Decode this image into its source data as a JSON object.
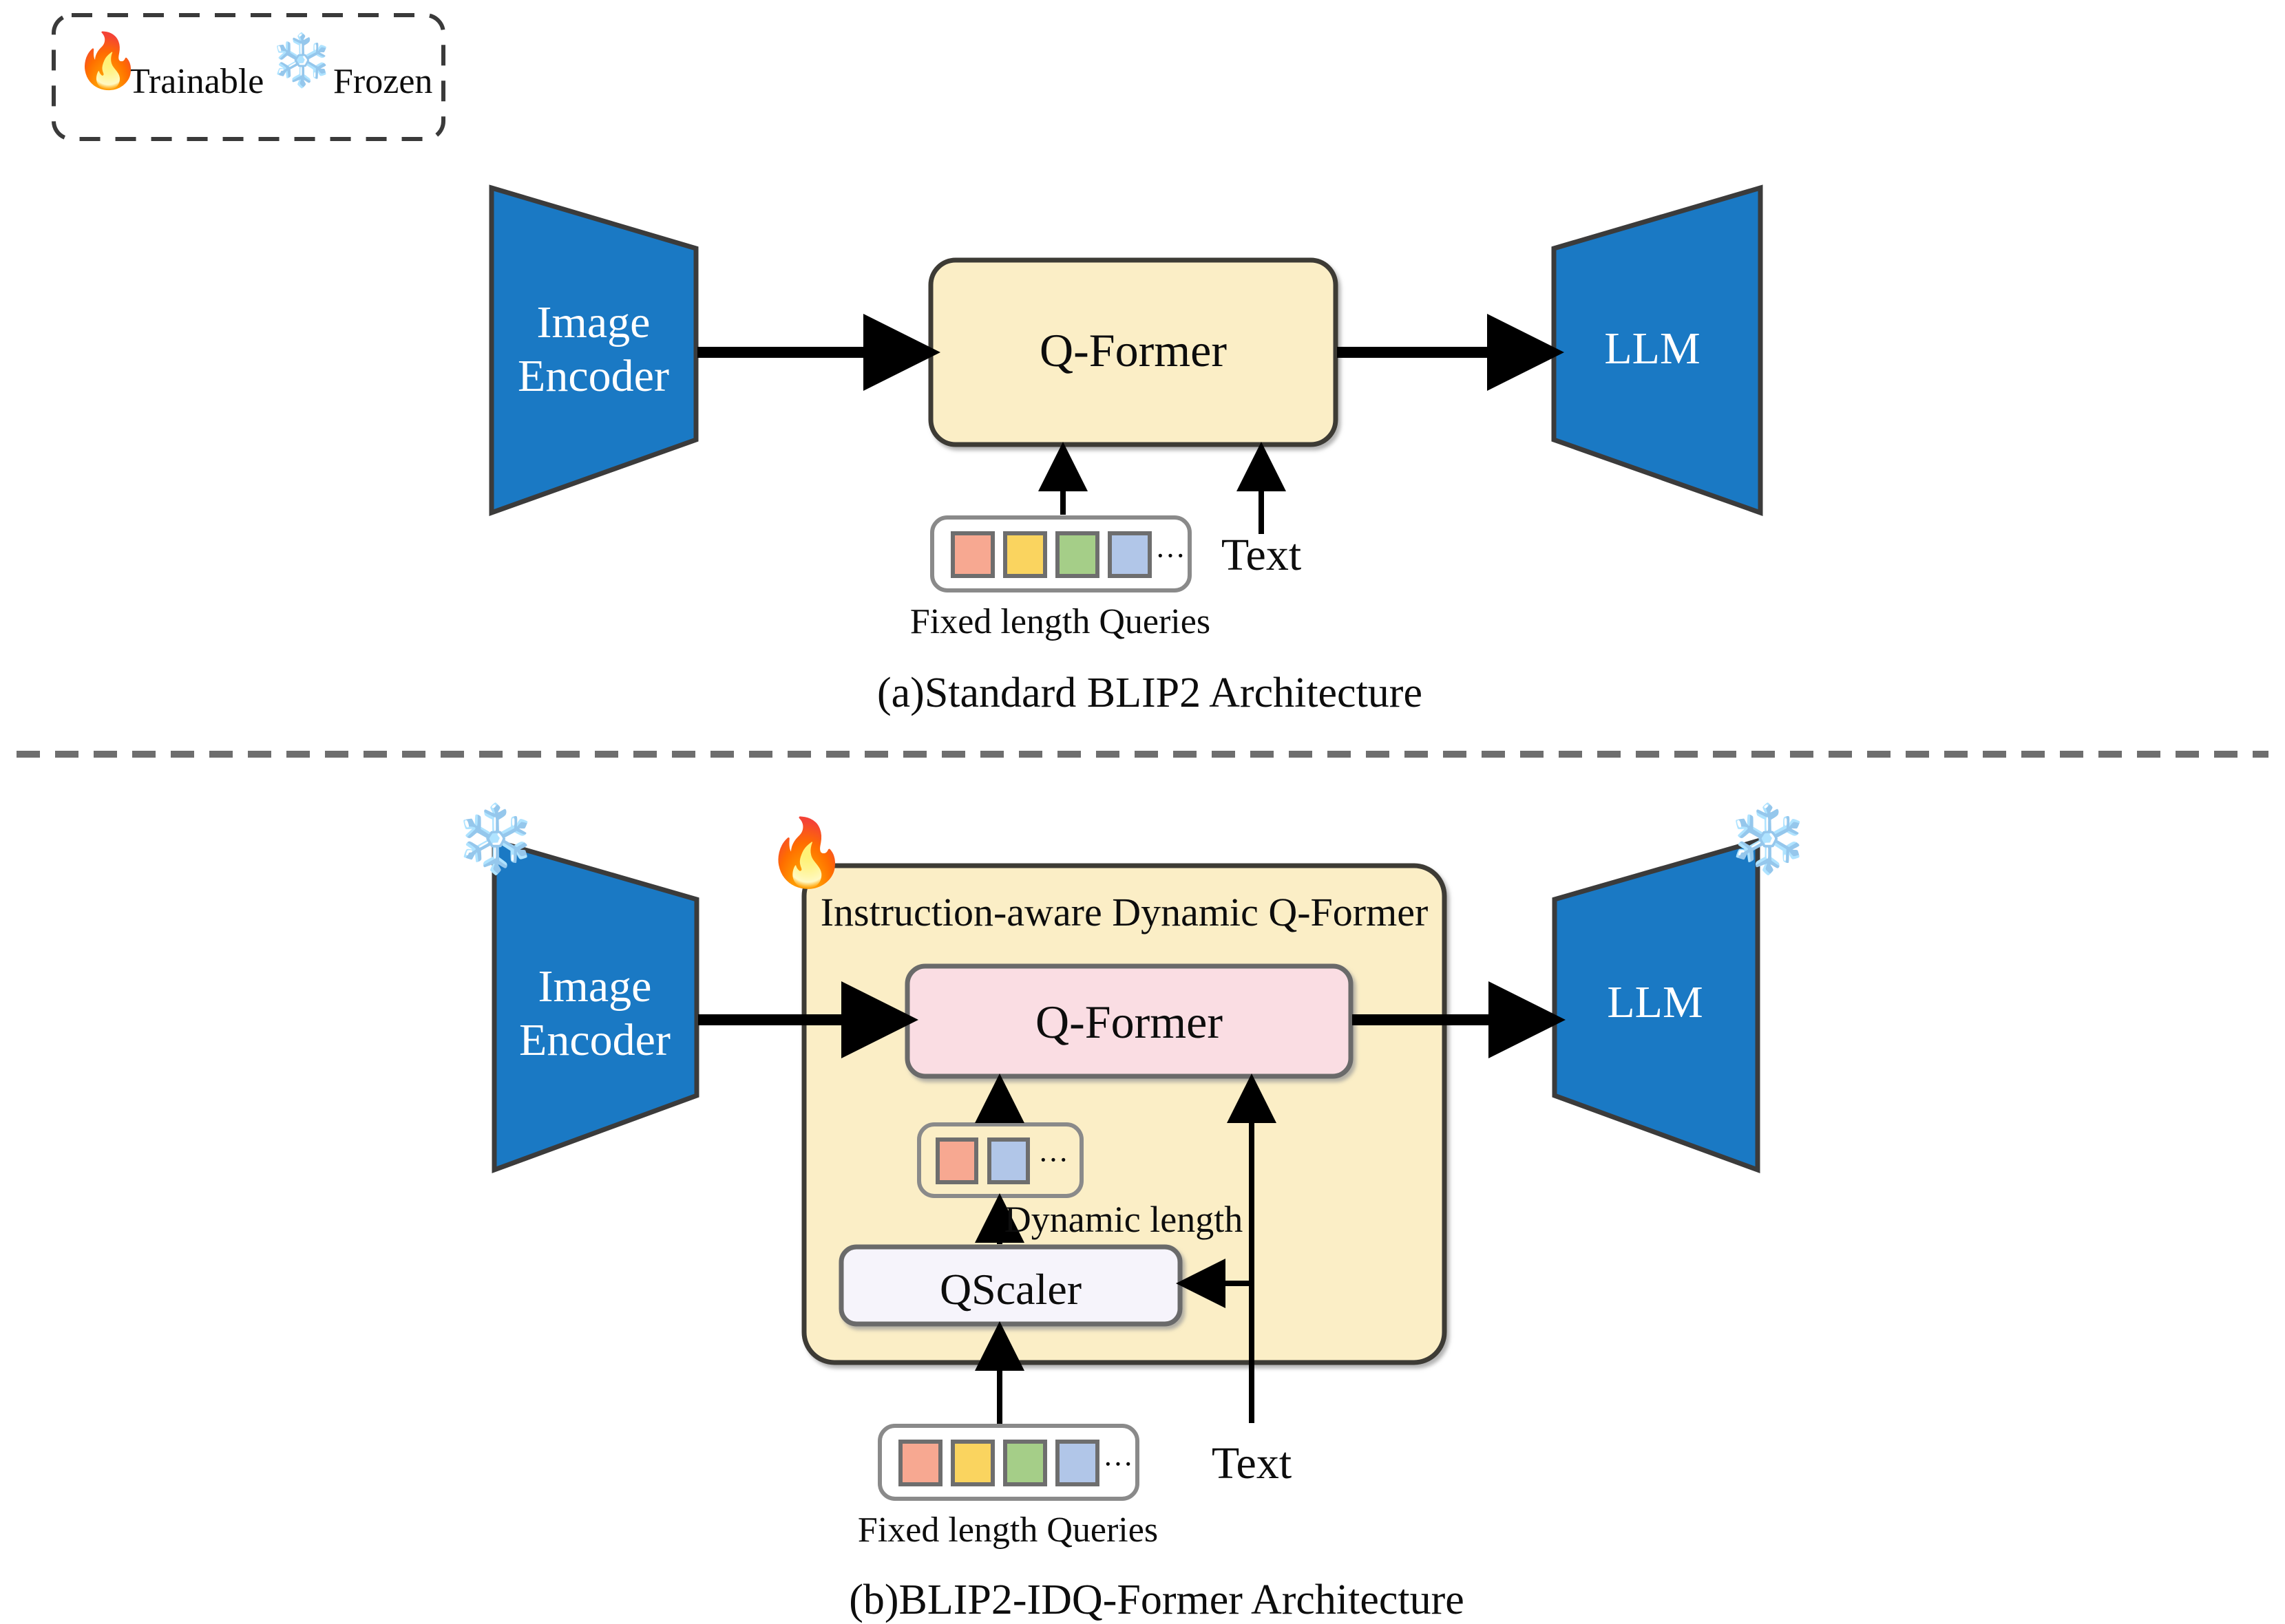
{
  "legend": {
    "trainable_icon": "fire-icon",
    "trainable_label": "Trainable",
    "frozen_icon": "snowflake-icon",
    "frozen_label": "Frozen"
  },
  "colors": {
    "blue_block": "#1a79c4",
    "blue_block_border": "#3b3b3b",
    "cream_block": "#fbeec6",
    "cream_block_border": "#3d3a35",
    "pink_block": "#fadde3",
    "pink_block_border": "#6b6b6b",
    "lavender_block": "#f6f4fb",
    "lavender_block_border": "#6b6b6b",
    "query_container": "#ffffff",
    "query_container_border": "#8a8a8a",
    "token_salmon": "#f7a891",
    "token_yellow": "#fad45f",
    "token_green": "#a5ce88",
    "token_blue": "#b1c6e8",
    "token_border": "#6e6e6e",
    "arrow": "#000000",
    "divider": "#6e6e6e",
    "legend_border": "#3a3a3a"
  },
  "panel_a": {
    "image_encoder_label_line1": "Image",
    "image_encoder_label_line2": "Encoder",
    "qformer_label": "Q-Former",
    "llm_label": "LLM",
    "text_label": "Text",
    "queries_caption": "Fixed length Queries",
    "query_tokens": [
      "salmon",
      "yellow",
      "green",
      "blue"
    ],
    "query_ellipsis": "···",
    "caption": "(a)Standard BLIP2 Architecture"
  },
  "panel_b": {
    "image_encoder_label_line1": "Image",
    "image_encoder_label_line2": "Encoder",
    "image_encoder_status_icon": "snowflake-icon",
    "outer_block_label": "Instruction-aware Dynamic Q-Former",
    "outer_block_status_icon": "fire-icon",
    "qformer_label": "Q-Former",
    "dynamic_tokens": [
      "salmon",
      "blue"
    ],
    "dynamic_ellipsis": "···",
    "dynamic_length_label": "Dynamic length",
    "qscaler_label": "QScaler",
    "llm_label": "LLM",
    "llm_status_icon": "snowflake-icon",
    "text_label": "Text",
    "queries_caption": "Fixed length Queries",
    "query_tokens": [
      "salmon",
      "yellow",
      "green",
      "blue"
    ],
    "query_ellipsis": "···",
    "caption": "(b)BLIP2-IDQ-Former Architecture"
  }
}
